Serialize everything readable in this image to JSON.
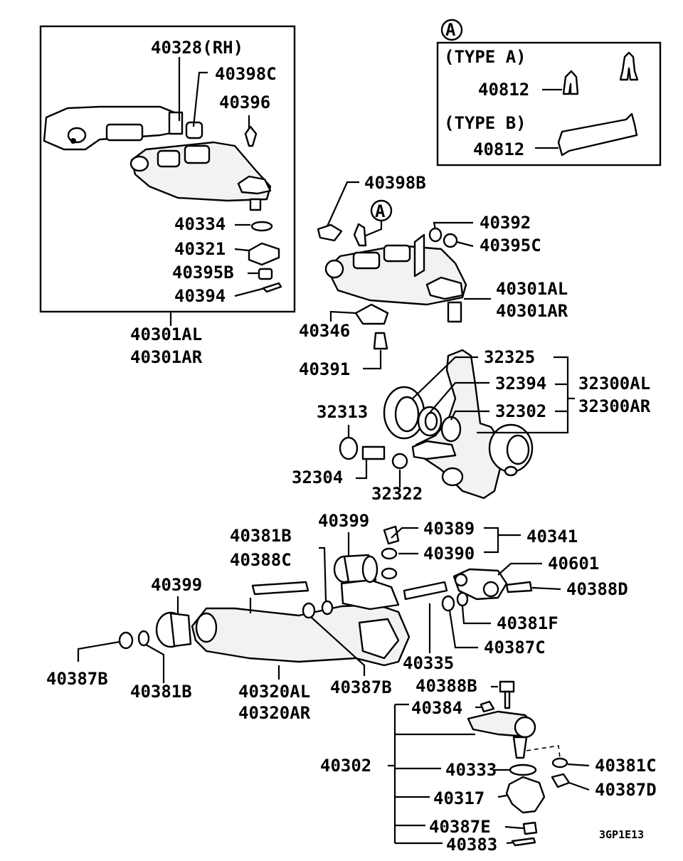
{
  "diagram_code": "3GP1E13",
  "inset_a": {
    "badge": "A",
    "type_a": "(TYPE A)",
    "type_b": "(TYPE B)",
    "part_type_a": "40812",
    "part_type_b": "40812"
  },
  "callout_a": "A",
  "upper_arm_assy": {
    "p40328": "40328(RH)",
    "p40398c": "40398C",
    "p40396": "40396",
    "p40334": "40334",
    "p40321": "40321",
    "p40395b": "40395B",
    "p40394": "40394",
    "assy_l": "40301AL",
    "assy_r": "40301AR"
  },
  "upper_arm": {
    "p40398b": "40398B",
    "p40392": "40392",
    "p40395c": "40395C",
    "p40301al": "40301AL",
    "p40301ar": "40301AR",
    "p40346": "40346",
    "p40391": "40391"
  },
  "knuckle": {
    "p32325": "32325",
    "p32394": "32394",
    "p32302": "32302",
    "p32300al": "32300AL",
    "p32300ar": "32300AR",
    "p32313": "32313",
    "p32304": "32304",
    "p32322": "32322"
  },
  "lower_arm": {
    "p40399_top": "40399",
    "p40389": "40389",
    "p40390": "40390",
    "p40341": "40341",
    "p40381b_top": "40381B",
    "p40388c": "40388C",
    "p40601": "40601",
    "p40388d": "40388D",
    "p40399_left": "40399",
    "p40381f": "40381F",
    "p40387c": "40387C",
    "p40335": "40335",
    "p40387b_left": "40387B",
    "p40381b_bottom": "40381B",
    "p40320al": "40320AL",
    "p40320ar": "40320AR",
    "p40387b_mid": "40387B"
  },
  "ball_joint": {
    "p40388b": "40388B",
    "p40384": "40384",
    "p40302": "40302",
    "p40333": "40333",
    "p40381c": "40381C",
    "p40317": "40317",
    "p40387d": "40387D",
    "p40387e": "40387E",
    "p40383": "40383"
  }
}
